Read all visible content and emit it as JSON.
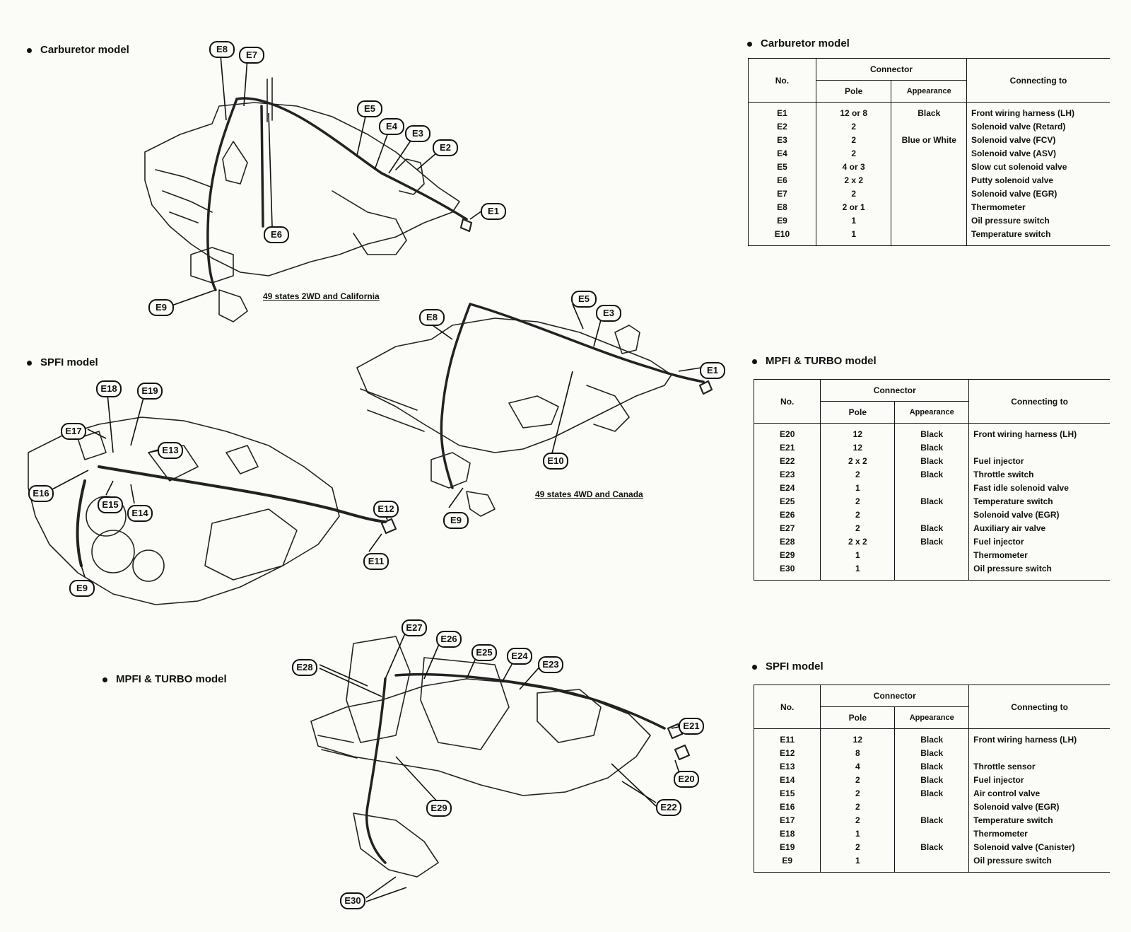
{
  "sections": {
    "carb_title": "Carburetor model",
    "spfi_title": "SPFI model",
    "mpfi_title": "MPFI & TURBO model",
    "carb_caption_2wd": "49 states 2WD and California",
    "carb_caption_4wd": "49 states 4WD and Canada"
  },
  "callouts": {
    "c_e8_a": "E8",
    "c_e7": "E7",
    "c_e5_a": "E5",
    "c_e4": "E4",
    "c_e3_a": "E3",
    "c_e2": "E2",
    "c_e1_a": "E1",
    "c_e6": "E6",
    "c_e9_a": "E9",
    "c_e8_b": "E8",
    "c_e5_b": "E5",
    "c_e3_b": "E3",
    "c_e1_b": "E1",
    "c_e10": "E10",
    "c_e9_b": "E9",
    "c_e18": "E18",
    "c_e19": "E19",
    "c_e17": "E17",
    "c_e13": "E13",
    "c_e16": "E16",
    "c_e15": "E15",
    "c_e14": "E14",
    "c_e12": "E12",
    "c_e11": "E11",
    "c_e9_c": "E9",
    "c_e27": "E27",
    "c_e26": "E26",
    "c_e25": "E25",
    "c_e24": "E24",
    "c_e23": "E23",
    "c_e28": "E28",
    "c_e21": "E21",
    "c_e20": "E20",
    "c_e22": "E22",
    "c_e29": "E29",
    "c_e30": "E30"
  },
  "tables": {
    "headers": {
      "no": "No.",
      "connector": "Connector",
      "pole": "Pole",
      "appearance": "Appearance",
      "connecting_to": "Connecting to"
    },
    "carb": {
      "title": "Carburetor model",
      "rows": [
        [
          "E1",
          "12 or 8",
          "Black",
          "Front wiring harness (LH)"
        ],
        [
          "E2",
          "2",
          "",
          "Solenoid valve (Retard)"
        ],
        [
          "E3",
          "2",
          "Blue or White",
          "Solenoid valve (FCV)"
        ],
        [
          "E4",
          "2",
          "",
          "Solenoid valve (ASV)"
        ],
        [
          "E5",
          "4 or 3",
          "",
          "Slow cut solenoid valve"
        ],
        [
          "E6",
          "2 x 2",
          "",
          "Putty solenoid valve"
        ],
        [
          "E7",
          "2",
          "",
          "Solenoid valve (EGR)"
        ],
        [
          "E8",
          "2 or 1",
          "",
          "Thermometer"
        ],
        [
          "E9",
          "1",
          "",
          "Oil pressure switch"
        ],
        [
          "E10",
          "1",
          "",
          "Temperature switch"
        ]
      ]
    },
    "mpfi": {
      "title": "MPFI & TURBO model",
      "rows": [
        [
          "E20",
          "12",
          "Black",
          "Front wiring harness (LH)"
        ],
        [
          "E21",
          "12",
          "Black",
          ""
        ],
        [
          "E22",
          "2 x 2",
          "Black",
          "Fuel injector"
        ],
        [
          "E23",
          "2",
          "Black",
          "Throttle switch"
        ],
        [
          "E24",
          "1",
          "",
          "Fast idle solenoid valve"
        ],
        [
          "E25",
          "2",
          "Black",
          "Temperature switch"
        ],
        [
          "E26",
          "2",
          "",
          "Solenoid valve (EGR)"
        ],
        [
          "E27",
          "2",
          "Black",
          "Auxiliary air valve"
        ],
        [
          "E28",
          "2 x 2",
          "Black",
          "Fuel injector"
        ],
        [
          "E29",
          "1",
          "",
          "Thermometer"
        ],
        [
          "E30",
          "1",
          "",
          "Oil pressure switch"
        ]
      ]
    },
    "spfi": {
      "title": "SPFI model",
      "rows": [
        [
          "E11",
          "12",
          "Black",
          "Front wiring harness (LH)"
        ],
        [
          "E12",
          "8",
          "Black",
          ""
        ],
        [
          "E13",
          "4",
          "Black",
          "Throttle sensor"
        ],
        [
          "E14",
          "2",
          "Black",
          "Fuel injector"
        ],
        [
          "E15",
          "2",
          "Black",
          "Air control valve"
        ],
        [
          "E16",
          "2",
          "",
          "Solenoid valve (EGR)"
        ],
        [
          "E17",
          "2",
          "Black",
          "Temperature switch"
        ],
        [
          "E18",
          "1",
          "",
          "Thermometer"
        ],
        [
          "E19",
          "2",
          "Black",
          "Solenoid valve (Canister)"
        ],
        [
          "E9",
          "1",
          "",
          "Oil pressure switch"
        ]
      ]
    }
  }
}
